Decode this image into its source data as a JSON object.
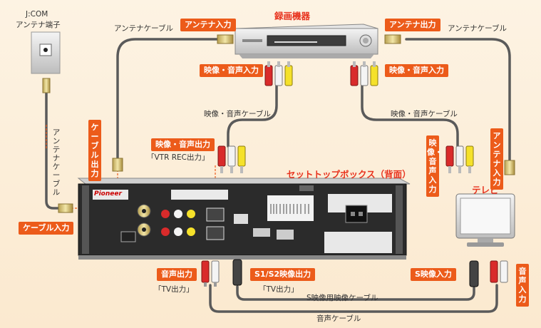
{
  "labels": {
    "jcom_line1": "J:COM",
    "jcom_line2": "アンテナ端子",
    "recorder_title": "録画機器",
    "stb_title": "セットトップボックス（背面）",
    "tv_title": "テレビ",
    "antenna_in": "アンテナ入力",
    "antenna_out": "アンテナ出力",
    "antenna_cable_left": "アンテナケーブル",
    "antenna_cable_right": "アンテナケーブル",
    "antenna_cable_vertical": "アンテナケーブル",
    "av_in_left": "映像・音声入力",
    "av_in_right": "映像・音声入力",
    "av_cable_left": "映像・音声ケーブル",
    "av_cable_right": "映像・音声ケーブル",
    "cable_out": "ケーブル出力",
    "cable_in": "ケーブル入力",
    "av_out": "映像・音声出力",
    "vtr_rec_out": "「VTR REC出力」",
    "av_in_tv": "映像・音声入力",
    "antenna_in_tv": "アンテナ入力",
    "audio_out": "音声出力",
    "tv_out_left": "「TV出力」",
    "s_video_out": "S1/S2映像出力",
    "tv_out_mid": "「TV出力」",
    "s_video_in": "S映像入力",
    "audio_in": "音声入力",
    "s_video_cable": "S映像用映像ケーブル",
    "audio_cable": "音声ケーブル",
    "brand": "Pioneer"
  },
  "colors": {
    "accent": "#ec5b1a",
    "title_red": "#e8341f",
    "cable": "#555555",
    "video_yellow": "#f5e12a",
    "audio_red": "#d92b2b",
    "audio_white": "#f4f4f4"
  }
}
